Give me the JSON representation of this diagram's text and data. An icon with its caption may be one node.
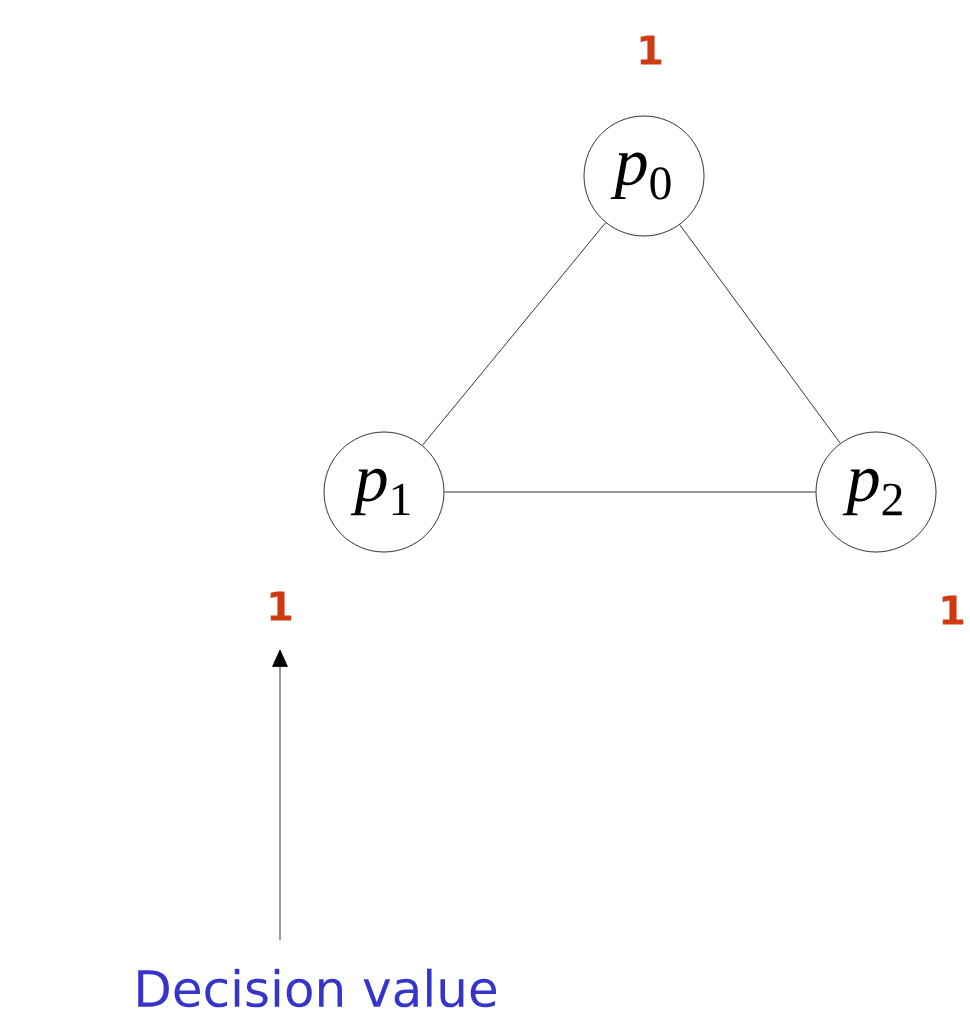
{
  "diagram": {
    "nodes": [
      {
        "text": [
          "*p*$_{0}$"
        ],
        "beside": [
          "1"
        ]
      },
      {
        "text": [
          "*p*$_{1}$"
        ]
      },
      {
        "text": [
          "*p*$_{2}$"
        ],
        "beside": [
          "1"
        ]
      },
      {
        "text": [
          "1"
        ]
      },
      {
        "text": [
          "Decision value"
        ]
      }
    ],
    "edges": [
      {
        "from": 0,
        "to": 1,
        "arrow": "none"
      },
      {
        "from": 0,
        "to": 2,
        "arrow": "none"
      },
      {
        "from": 1,
        "to": 2,
        "arrow": "none"
      },
      {
        "from": 4,
        "to": 3,
        "arrow": "to"
      }
    ]
  }
}
